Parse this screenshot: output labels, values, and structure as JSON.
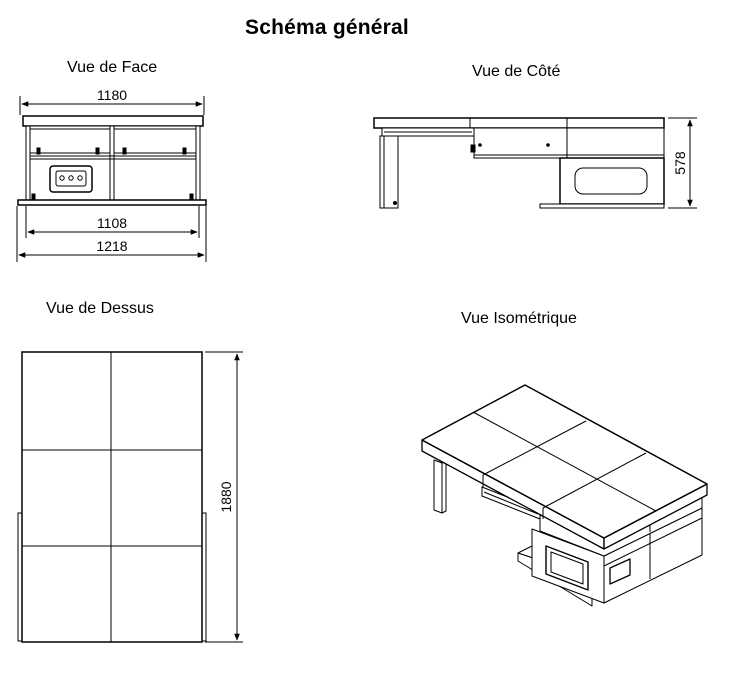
{
  "title": "Schéma général",
  "views": {
    "front": {
      "label": "Vue de Face",
      "dim_top": "1180",
      "dim_inner": "1108",
      "dim_bottom": "1218"
    },
    "side": {
      "label": "Vue de Côté",
      "dim_height": "578"
    },
    "top": {
      "label": "Vue de Dessus",
      "dim_length": "1880"
    },
    "iso": {
      "label": "Vue Isométrique"
    }
  }
}
